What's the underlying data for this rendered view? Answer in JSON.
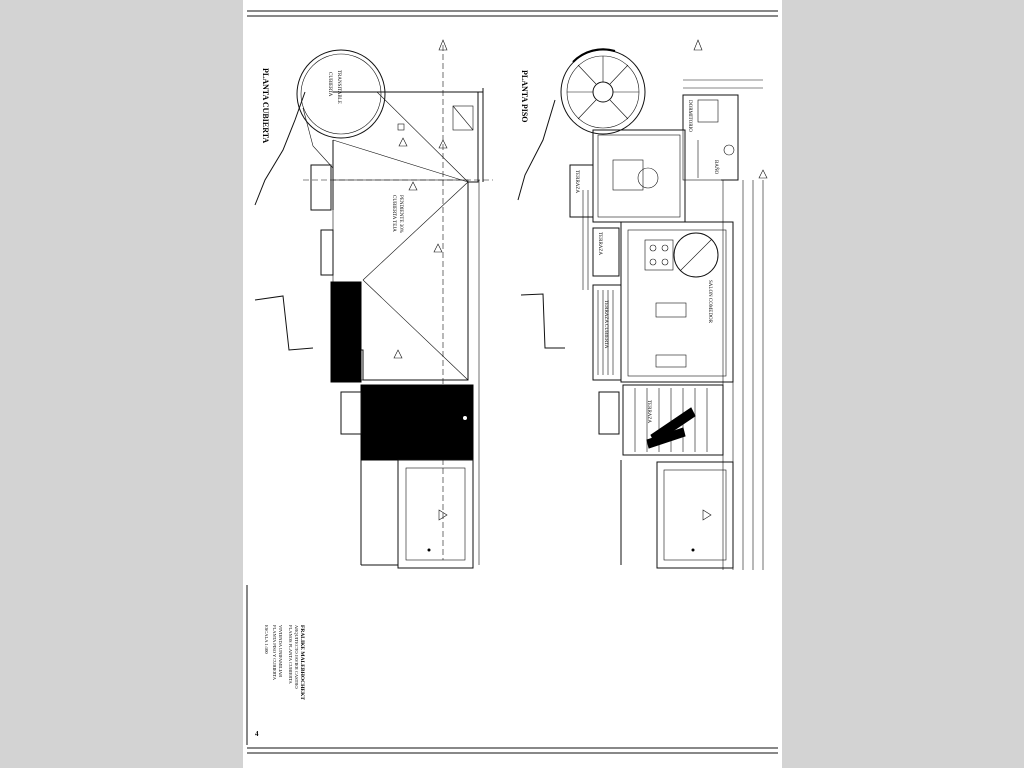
{
  "plans": {
    "left_title": "PLANTA CUBIERTA",
    "right_title": "PLANTA PISO"
  },
  "title_block": {
    "line1": "FRALIKE MALEBHOCHEKT",
    "line2": "ARQUITECTO JAVIER CASTRO",
    "line3": "PLANOS PLANTA CUBIERTA",
    "line4": "VIVIENDA UNIFAMILIAR",
    "line5": "PLANTA PISO Y CUBIERTA",
    "line6": "ESCALA 1:100",
    "sheet_number": "4"
  }
}
